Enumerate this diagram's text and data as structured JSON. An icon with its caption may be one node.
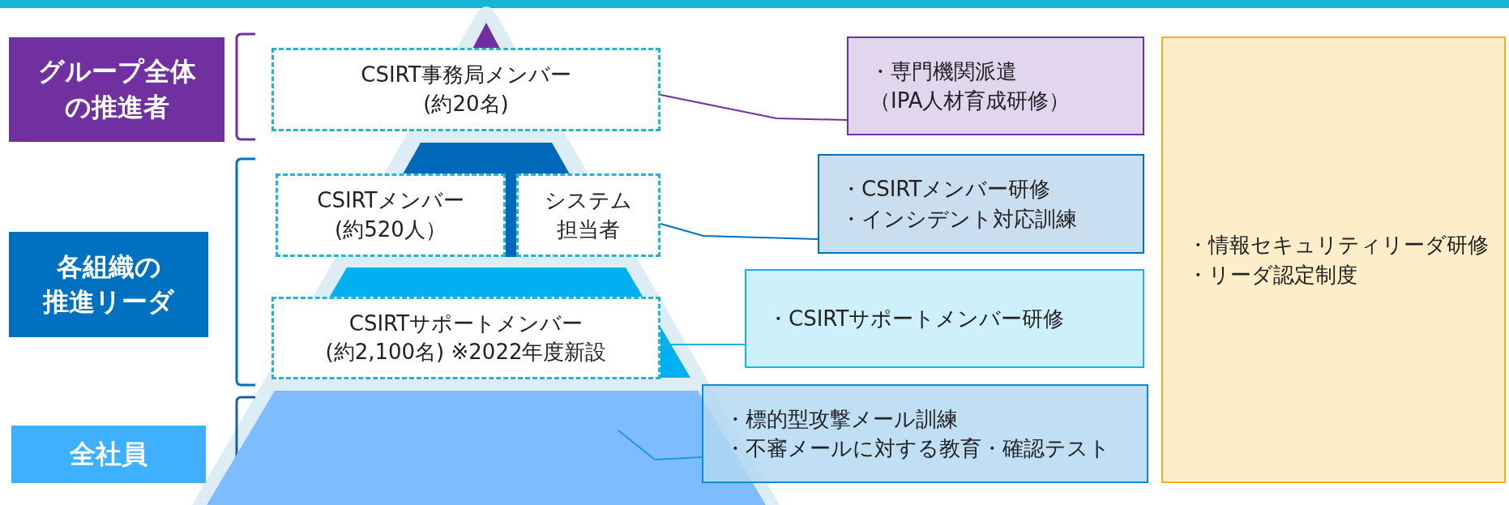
{
  "diagram": {
    "nodes": [
      {
        "text": [
          "グループ全体の推進者"
        ]
      },
      {
        "text": [
          "CSIRT事務局メンバー",
          "(約20名)"
        ]
      },
      {
        "text": [
          "・専門機関派遣（IPA人材育成研修）"
        ]
      },
      {
        "text": [
          "・情報セキュリティリーダ研修",
          "・リーダ認定制度"
        ]
      },
      {
        "text": [
          "各組織の推進リーダ"
        ]
      },
      {
        "text": [
          "CSIRTメンバー",
          "(約520人）"
        ]
      },
      {
        "text": [
          "システム担当者"
        ]
      },
      {
        "text": [
          "・CSIRTメンバー研修",
          "・インシデント対応訓練"
        ]
      },
      {
        "text": [
          "CSIRTサポートメンバー",
          "(約2,100名) ※2022年度新設"
        ]
      },
      {
        "text": [
          "・CSIRTサポートメンバー研修"
        ]
      },
      {
        "text": [
          "全社員"
        ]
      },
      {
        "text": [],
        "shape": "trapezoid"
      },
      {
        "text": [
          "・標的型攻撃メール訓練",
          "・不審メールに対する教育・確認テスト"
        ]
      }
    ],
    "edges": [
      {
        "from": 1,
        "to": 2,
        "arrow": "none",
        "color": "#7030a0"
      },
      {
        "from": 6,
        "to": 7,
        "arrow": "none",
        "color": "#0070c0"
      },
      {
        "from": 8,
        "to": 9,
        "arrow": "none",
        "color": "#19b3e0"
      },
      {
        "from": 11,
        "to": 12,
        "arrow": "none",
        "color": "#1f9ad8"
      }
    ]
  }
}
